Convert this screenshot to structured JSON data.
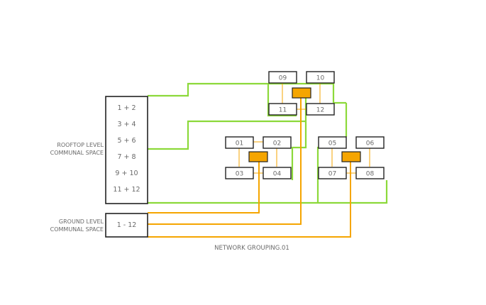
{
  "caption": "NETWORK GROUPING.01",
  "rooftop": {
    "label_line1": "ROOFTOP LEVEL",
    "label_line2": "COMMUNAL SPACE",
    "pairs": [
      "1 + 2",
      "3 + 4",
      "5 + 6",
      "7 + 8",
      "9 + 10",
      "11 + 12"
    ]
  },
  "ground": {
    "label_line1": "GROUND LEVEL",
    "label_line2": "COMMUNAL SPACE",
    "range": "1 - 12"
  },
  "units": {
    "u01": "01",
    "u02": "02",
    "u03": "03",
    "u04": "04",
    "u05": "05",
    "u06": "06",
    "u07": "07",
    "u08": "08",
    "u09": "09",
    "u10": "10",
    "u11": "11",
    "u12": "12"
  },
  "colors": {
    "green": "#8cd93a",
    "orange": "#f5a500",
    "hub_fill": "#f5a500",
    "box_stroke": "#222222",
    "text": "#6a6a6a"
  }
}
